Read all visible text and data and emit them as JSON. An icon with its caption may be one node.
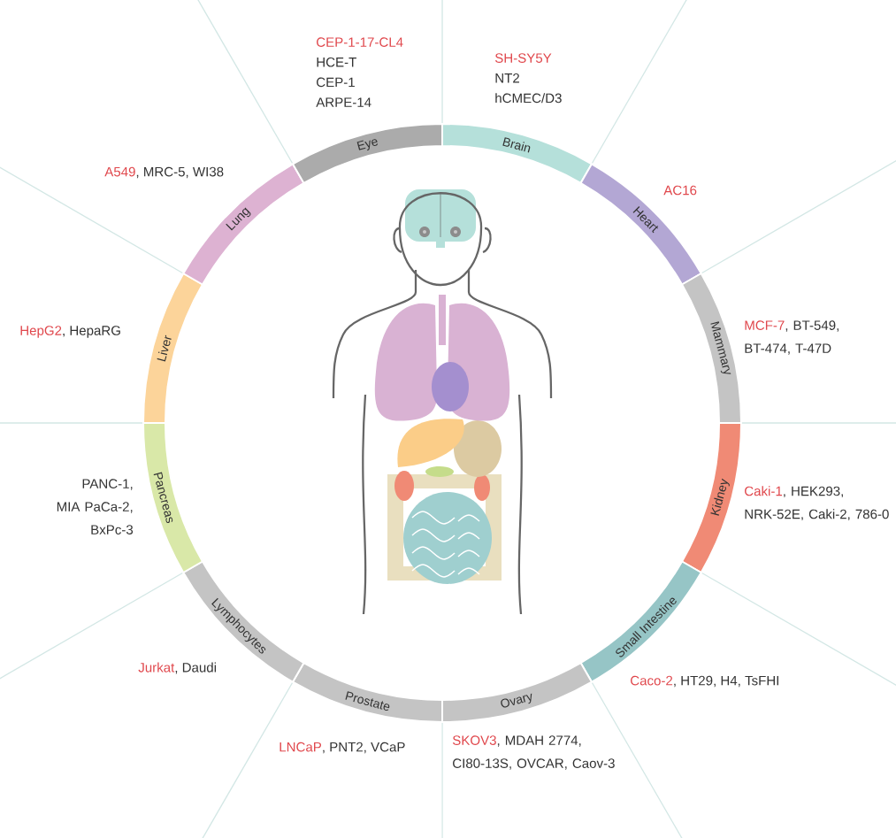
{
  "diagram": {
    "nodes": [
      {
        "text": [
          "Brain"
        ],
        "beside": [
          "SH-SY5Y",
          "NT2",
          "hCMEC/D3"
        ]
      },
      {
        "text": [
          "Heart"
        ],
        "beside": [
          "AC16"
        ]
      },
      {
        "text": [
          "Mammary"
        ],
        "beside": [
          "MCF-7",
          ", BT-549, BT-474, T-47D"
        ]
      },
      {
        "text": [
          "Kidney"
        ],
        "beside": [
          "Caki-1",
          ", HEK293, NRK-52E, Caki-2, 786-0"
        ]
      },
      {
        "text": [
          "Small Intestine"
        ],
        "beside": [
          "Caco-2",
          ", HT29, H4, TsFHI"
        ]
      },
      {
        "text": [
          "Ovary"
        ],
        "beside": [
          "SKOV3",
          ", MDAH 2774, CI80-13S, OVCAR, Caov-3"
        ]
      },
      {
        "text": [
          "Prostate"
        ],
        "beside": [
          "LNCaP",
          ", PNT2, VCaP"
        ]
      },
      {
        "text": [
          "Lymphocytes"
        ],
        "beside": [
          "Jurkat",
          ", Daudi"
        ]
      },
      {
        "text": [
          "Pancreas"
        ],
        "beside": [
          "PANC-1, MIA PaCa-2, BxPc-3"
        ]
      },
      {
        "text": [
          "Liver"
        ],
        "beside": [
          "HepG2",
          ", HepaRG"
        ]
      },
      {
        "text": [
          "Lung"
        ],
        "beside": [
          "A549",
          ", MRC-5, WI38"
        ]
      },
      {
        "text": [
          "Eye"
        ],
        "beside": [
          "CEP-1-17-CL4",
          "HCE-T",
          "CEP-1",
          "ARPE-14"
        ]
      }
    ]
  }
}
